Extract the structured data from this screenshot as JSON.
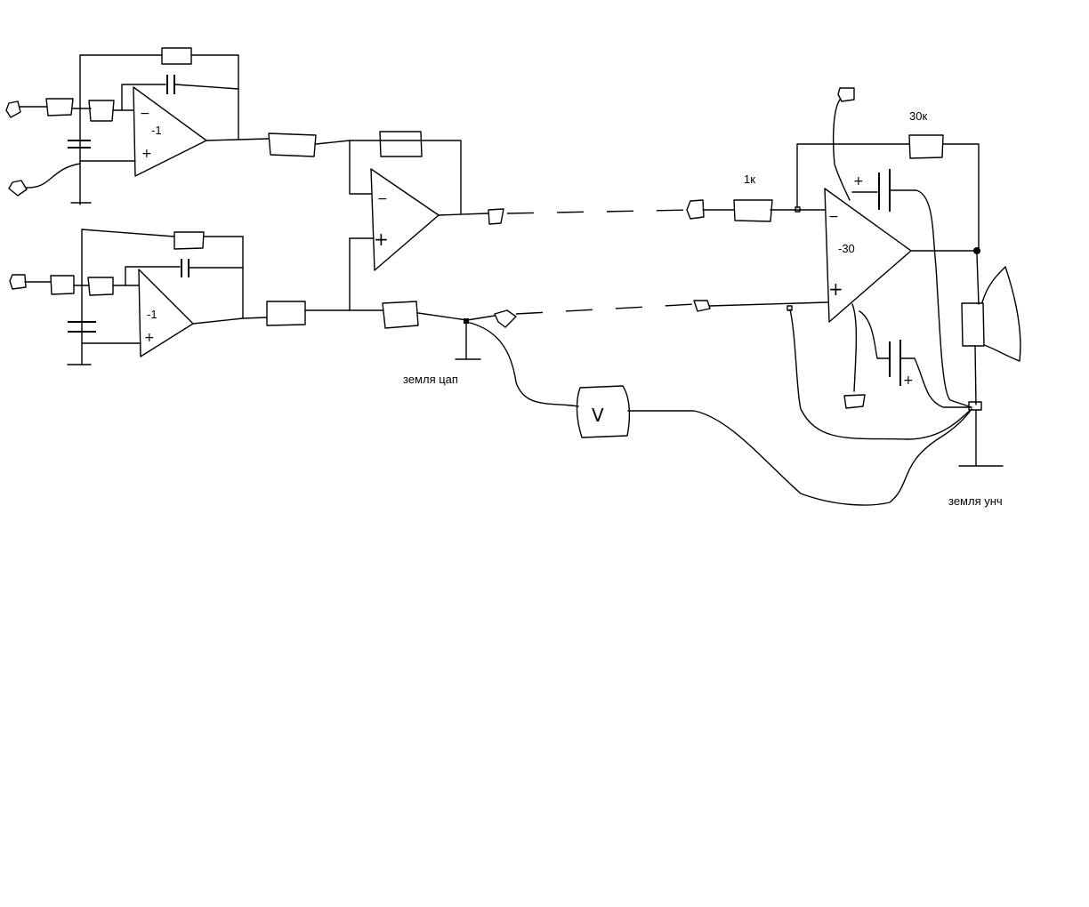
{
  "labels": {
    "gain_1": "-1",
    "gain_2": "-1",
    "gain_out": "-30",
    "r_input": "1к",
    "r_feedback": "30к",
    "ground_dac": "земля цап",
    "ground_amp": "земля унч",
    "meter": "V"
  },
  "signs": {
    "minus": "−",
    "plus": "+"
  }
}
